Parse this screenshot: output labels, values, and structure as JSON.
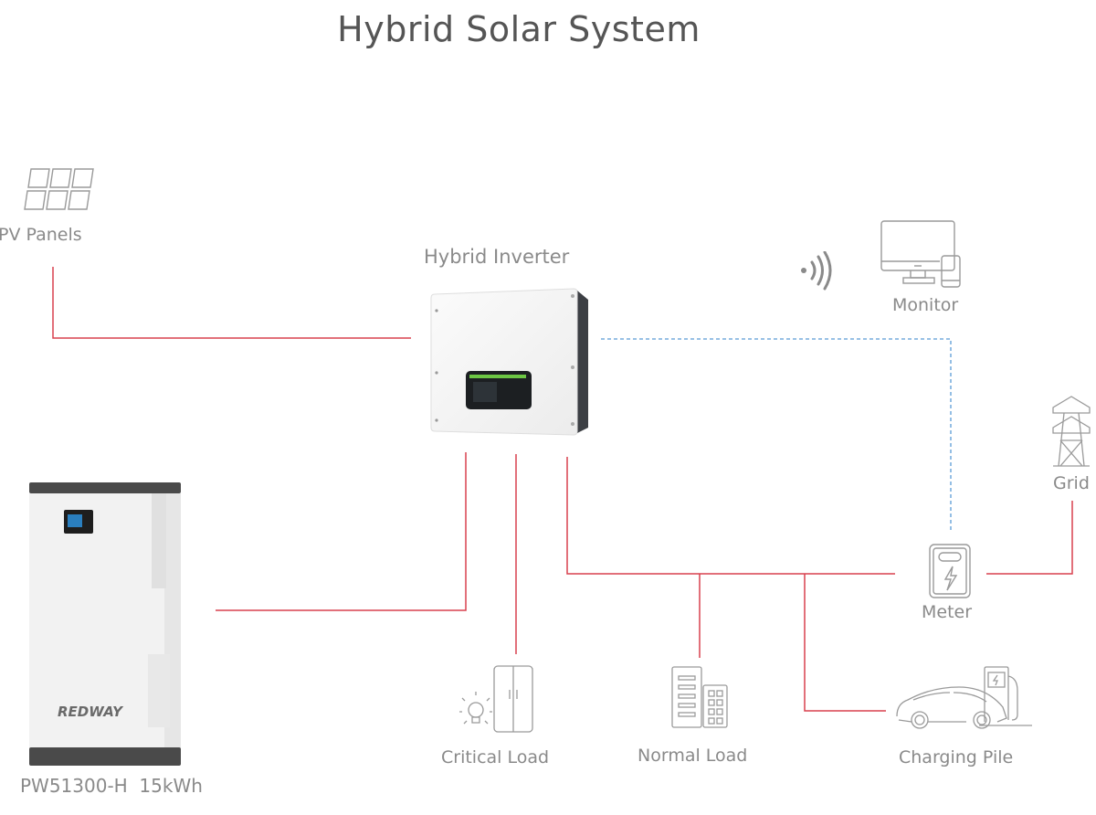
{
  "title": "Hybrid Solar System",
  "nodes": {
    "pv_panels": {
      "label": "PV Panels",
      "icon": "solar-panel-icon"
    },
    "hybrid_inverter": {
      "label": "Hybrid Inverter",
      "icon": "inverter-icon"
    },
    "monitor": {
      "label": "Monitor",
      "icon": "monitor-icon"
    },
    "wireless": {
      "icon": "wireless-signal-icon"
    },
    "grid": {
      "label": "Grid",
      "icon": "power-tower-icon"
    },
    "meter": {
      "label": "Meter",
      "icon": "meter-icon"
    },
    "battery": {
      "label": "PW51300-H  15kWh",
      "brand": "REDWAY",
      "icon": "battery-icon"
    },
    "critical_load": {
      "label": "Critical Load",
      "icon": "fridge-bulb-icon"
    },
    "normal_load": {
      "label": "Normal Load",
      "icon": "building-icon"
    },
    "charging_pile": {
      "label": "Charging Pile",
      "icon": "ev-charger-icon"
    }
  },
  "colors": {
    "power_line": "#d9414e",
    "data_line": "#5b9bd5",
    "label": "#8a8a8a",
    "title": "#555555",
    "icon_stroke": "#9a9a9a"
  }
}
